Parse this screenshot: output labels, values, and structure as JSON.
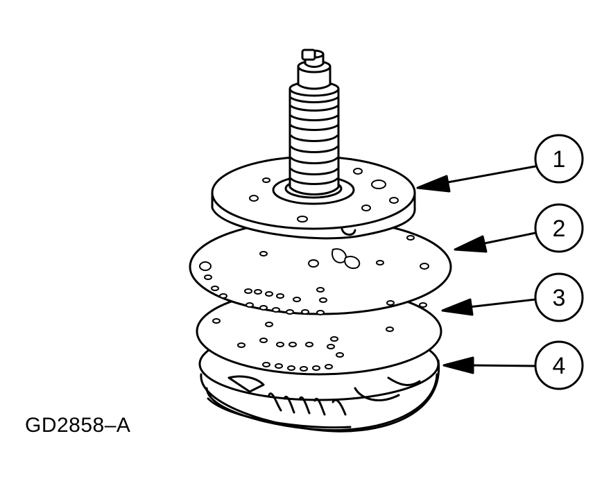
{
  "figure_id": "GD2858–A",
  "callouts": [
    {
      "label": "1"
    },
    {
      "label": "2"
    },
    {
      "label": "3"
    },
    {
      "label": "4"
    }
  ],
  "colors": {
    "ink": "#000000",
    "paper": "#ffffff"
  }
}
